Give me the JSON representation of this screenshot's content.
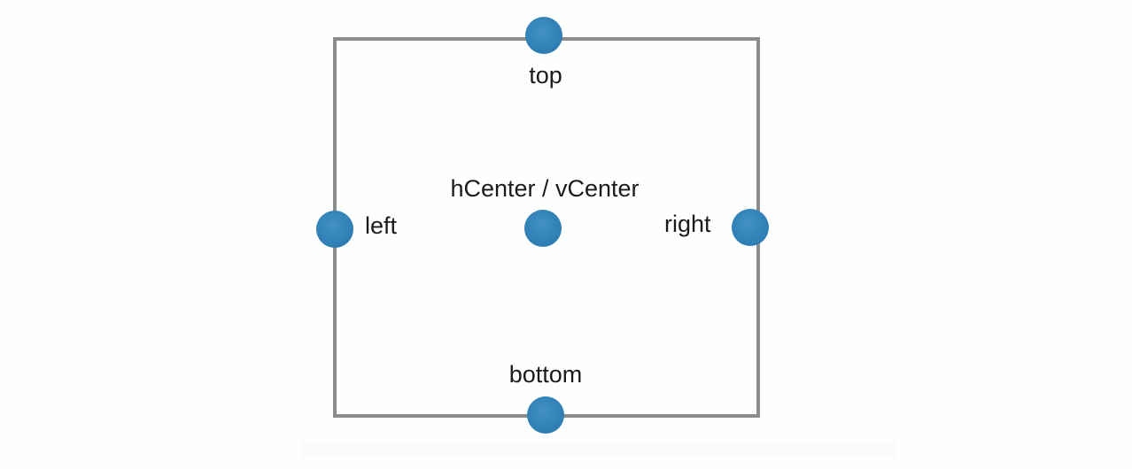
{
  "diagram": {
    "anchors": {
      "top": {
        "label": "top"
      },
      "left": {
        "label": "left"
      },
      "right": {
        "label": "right"
      },
      "bottom": {
        "label": "bottom"
      },
      "center": {
        "label": "hCenter / vCenter"
      }
    },
    "colors": {
      "dot_fill": "#3182b8",
      "rectangle_border": "#8a8c8e",
      "label_text": "#1b1b1b",
      "background": "#fdfefe"
    }
  }
}
